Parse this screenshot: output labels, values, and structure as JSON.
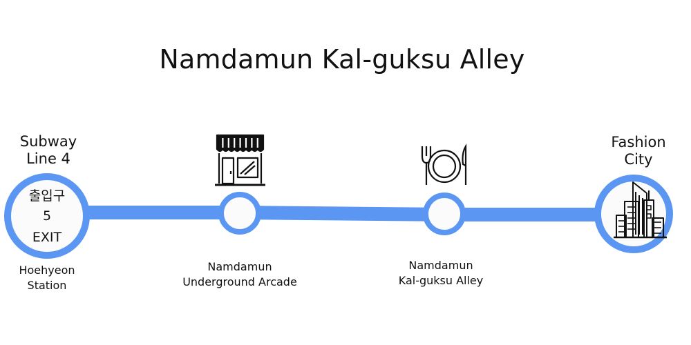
{
  "title": "Namdamun Kal-guksu Alley",
  "colors": {
    "route_line": "#5b96f3",
    "node_fill": "#fbfbfb",
    "icon_stroke": "#111111"
  },
  "stops": [
    {
      "top_label": "Subway\nLine 4",
      "exit": {
        "korean": "출입구",
        "number": "5",
        "label": "EXIT"
      },
      "bottom_label": "Hoehyeon\nStation"
    },
    {
      "icon": "storefront-icon",
      "bottom_label": "Namdamun\nUnderground Arcade"
    },
    {
      "icon": "plate-fork-knife-icon",
      "bottom_label": "Namdamun\nKal-guksu Alley"
    },
    {
      "top_label": "Fashion\nCity",
      "icon": "city-buildings-icon"
    }
  ]
}
